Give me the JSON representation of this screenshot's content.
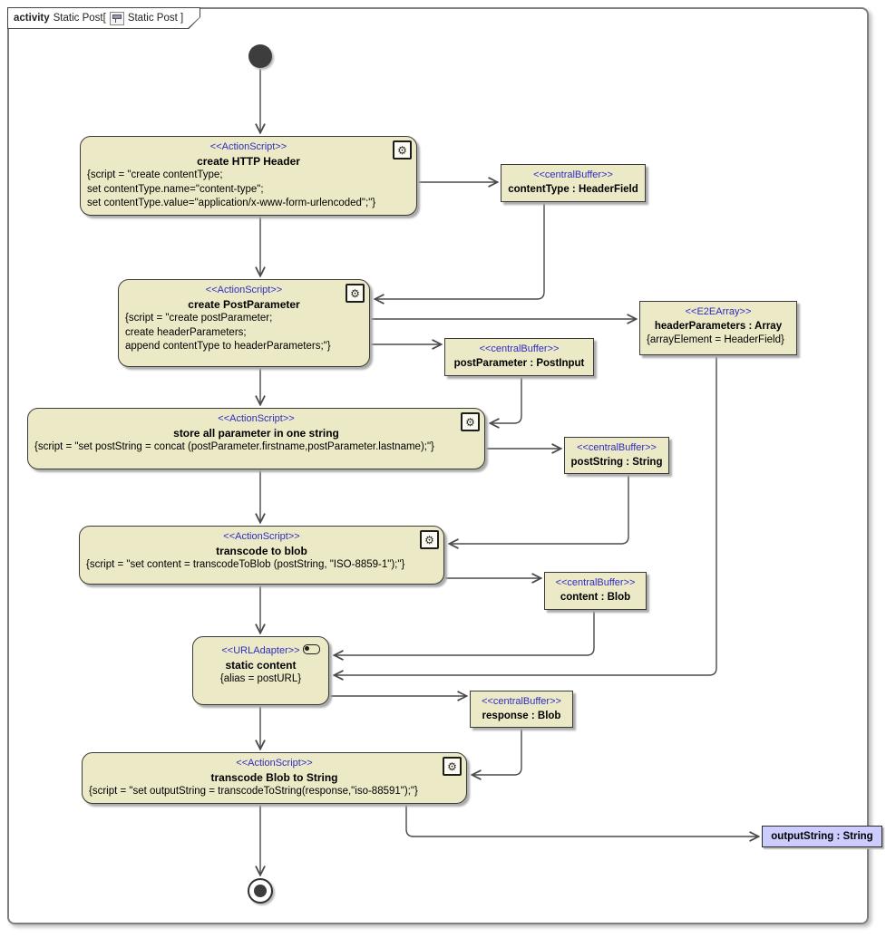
{
  "frame": {
    "keyword": "activity",
    "title": "Static Post[",
    "ref": "Static Post ]"
  },
  "colors": {
    "node_fill": "#ece9c6",
    "object_fill": "#ccccff",
    "stereotype_text": "#2d2dc4",
    "edge": "#4a4a4a"
  },
  "icons": {
    "action_gear": "⚙"
  },
  "nodes": {
    "create_http_header": {
      "stereotype": "<<ActionScript>>",
      "title": "create HTTP Header",
      "body": [
        "{script = \"create contentType;",
        "set contentType.name=\"content-type\";",
        "set contentType.value=\"application/x-www-form-urlencoded\";\"}"
      ]
    },
    "content_type": {
      "stereotype": "<<centralBuffer>>",
      "title": "contentType : HeaderField"
    },
    "create_post_parameter": {
      "stereotype": "<<ActionScript>>",
      "title": "create PostParameter",
      "body": [
        "{script = \"create postParameter;",
        "create headerParameters;",
        "append contentType to headerParameters;\"}"
      ]
    },
    "header_parameters": {
      "stereotype": "<<E2EArray>>",
      "title": "headerParameters : Array",
      "body": [
        "{arrayElement = HeaderField}"
      ]
    },
    "post_parameter": {
      "stereotype": "<<centralBuffer>>",
      "title": "postParameter : PostInput"
    },
    "store_all_parameter": {
      "stereotype": "<<ActionScript>>",
      "title": "store all parameter in one string",
      "body": [
        "{script = \"set postString = concat (postParameter.firstname,postParameter.lastname);\"}"
      ]
    },
    "post_string": {
      "stereotype": "<<centralBuffer>>",
      "title": "postString : String"
    },
    "transcode_to_blob": {
      "stereotype": "<<ActionScript>>",
      "title": "transcode to blob",
      "body": [
        "{script = \"set content = transcodeToBlob (postString, \"ISO-8859-1\");\"}"
      ]
    },
    "content": {
      "stereotype": "<<centralBuffer>>",
      "title": "content : Blob"
    },
    "static_content": {
      "stereotype": "<<URLAdapter>>",
      "title": "static content",
      "body": [
        "{alias = postURL}"
      ]
    },
    "response": {
      "stereotype": "<<centralBuffer>>",
      "title": "response : Blob"
    },
    "transcode_blob_to_string": {
      "stereotype": "<<ActionScript>>",
      "title": "transcode Blob to String",
      "body": [
        "{script = \"set outputString = transcodeToString(response,\"iso-88591\");\"}"
      ]
    },
    "output_string": {
      "title": "outputString : String"
    }
  }
}
